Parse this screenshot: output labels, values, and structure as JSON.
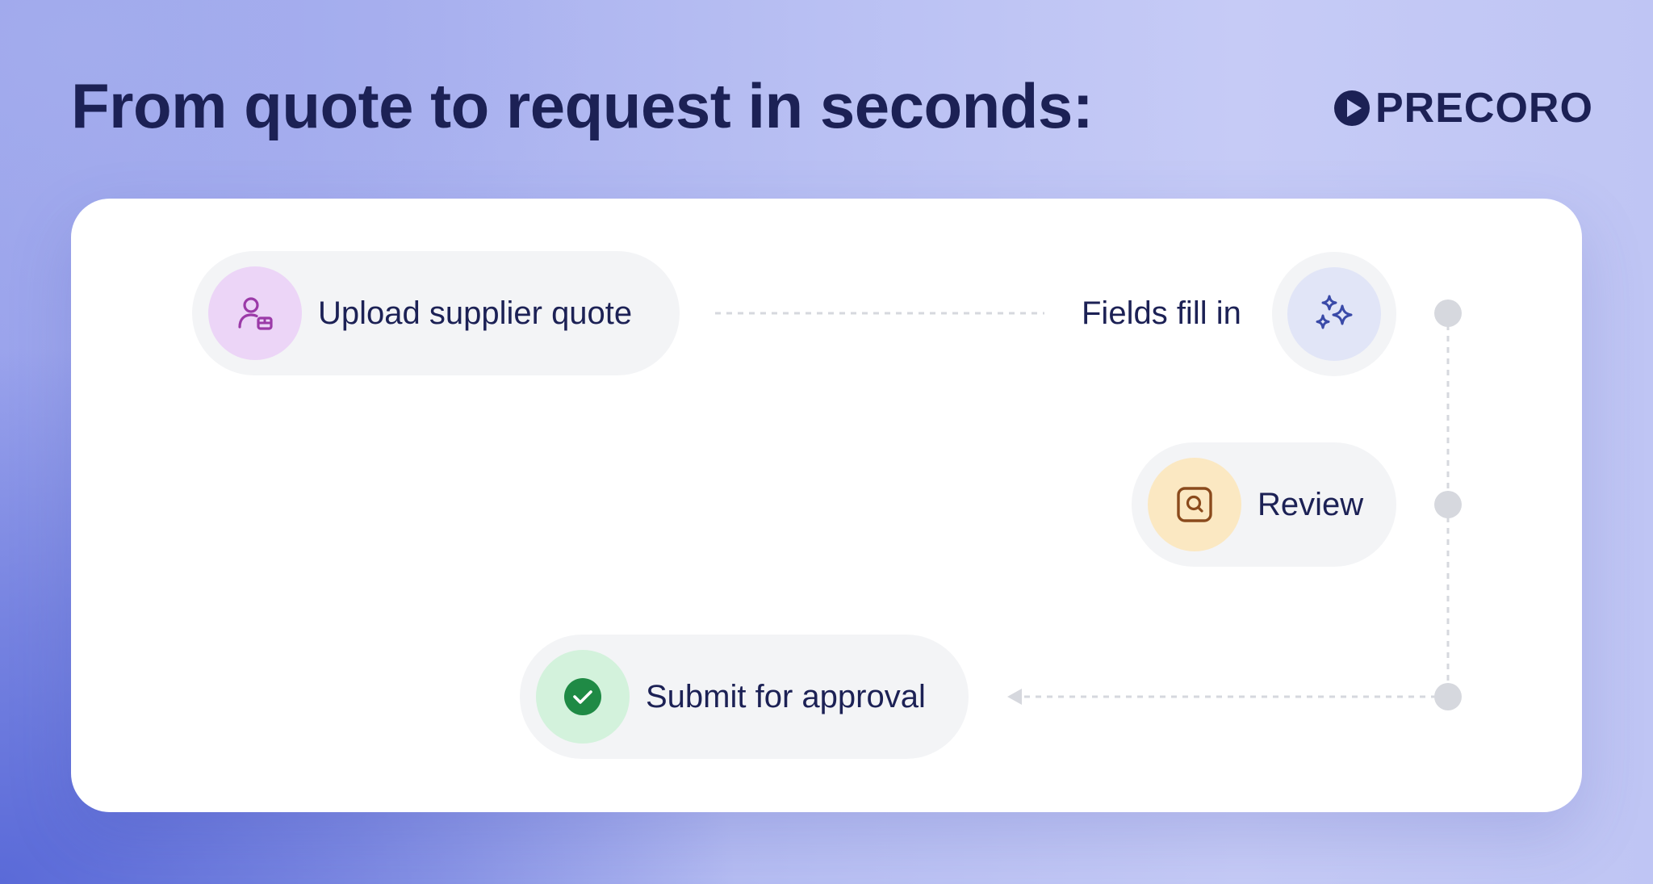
{
  "header": {
    "title": "From quote to request in seconds:",
    "logo_text": "PRECORO"
  },
  "steps": [
    {
      "label": "Upload supplier quote",
      "icon": "user-package-icon",
      "icon_bg": "#ecd5f7",
      "icon_color": "#9b3aa8"
    },
    {
      "label": "Fields fill in",
      "icon": "sparkles-icon",
      "icon_bg": "#e1e5f7",
      "icon_color": "#3a4aa8"
    },
    {
      "label": "Review",
      "icon": "search-document-icon",
      "icon_bg": "#fbe8c2",
      "icon_color": "#8a4a1c"
    },
    {
      "label": "Submit for approval",
      "icon": "check-circle-icon",
      "icon_bg": "#d3f2dc",
      "icon_color": "#1f8a45"
    }
  ],
  "colors": {
    "title": "#1c2155",
    "card": "#ffffff",
    "pill": "#f3f4f6",
    "connector": "#d6d8de"
  }
}
